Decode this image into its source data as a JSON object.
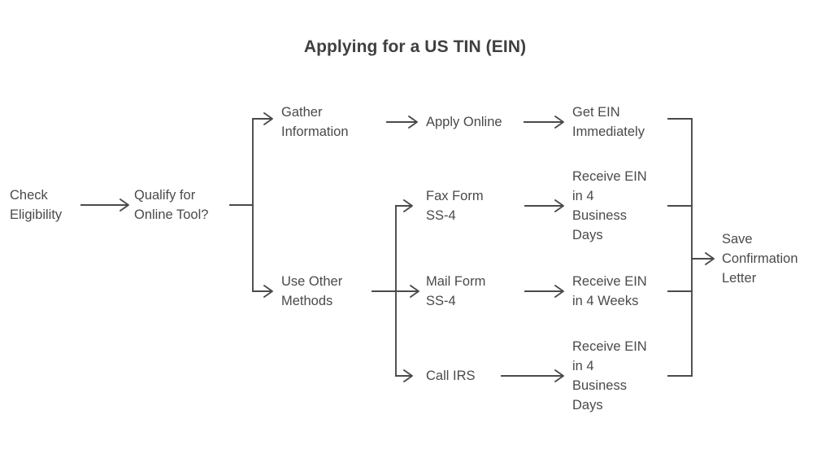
{
  "title": "Applying for a US TIN (EIN)",
  "colors": {
    "background": "#ffffff",
    "text": "#4a4a4a",
    "title": "#3f3f3f",
    "stroke": "#4a4a4a"
  },
  "chart_data": {
    "type": "diagram",
    "title": "Applying for a US TIN (EIN)",
    "nodes": [
      {
        "id": "check_eligibility",
        "label": "Check\nEligibility"
      },
      {
        "id": "qualify_online",
        "label": "Qualify for\nOnline Tool?"
      },
      {
        "id": "gather_information",
        "label": "Gather\nInformation"
      },
      {
        "id": "use_other_methods",
        "label": "Use Other\nMethods"
      },
      {
        "id": "apply_online",
        "label": "Apply Online"
      },
      {
        "id": "fax_form",
        "label": "Fax Form\nSS-4"
      },
      {
        "id": "mail_form",
        "label": "Mail Form\nSS-4"
      },
      {
        "id": "call_irs",
        "label": "Call IRS"
      },
      {
        "id": "get_ein_immediately",
        "label": "Get EIN\nImmediately"
      },
      {
        "id": "receive_ein_fax",
        "label": "Receive EIN\nin 4\nBusiness\nDays"
      },
      {
        "id": "receive_ein_mail",
        "label": "Receive EIN\nin 4 Weeks"
      },
      {
        "id": "receive_ein_call",
        "label": "Receive EIN\nin 4\nBusiness\nDays"
      },
      {
        "id": "save_confirmation",
        "label": "Save\nConfirmation\nLetter"
      }
    ],
    "edges": [
      {
        "from": "check_eligibility",
        "to": "qualify_online"
      },
      {
        "from": "qualify_online",
        "to": "gather_information"
      },
      {
        "from": "qualify_online",
        "to": "use_other_methods"
      },
      {
        "from": "gather_information",
        "to": "apply_online"
      },
      {
        "from": "apply_online",
        "to": "get_ein_immediately"
      },
      {
        "from": "use_other_methods",
        "to": "fax_form"
      },
      {
        "from": "use_other_methods",
        "to": "mail_form"
      },
      {
        "from": "use_other_methods",
        "to": "call_irs"
      },
      {
        "from": "fax_form",
        "to": "receive_ein_fax"
      },
      {
        "from": "mail_form",
        "to": "receive_ein_mail"
      },
      {
        "from": "call_irs",
        "to": "receive_ein_call"
      },
      {
        "from": "get_ein_immediately",
        "to": "save_confirmation"
      },
      {
        "from": "receive_ein_fax",
        "to": "save_confirmation"
      },
      {
        "from": "receive_ein_mail",
        "to": "save_confirmation"
      },
      {
        "from": "receive_ein_call",
        "to": "save_confirmation"
      }
    ],
    "orientation": "left-to-right"
  }
}
